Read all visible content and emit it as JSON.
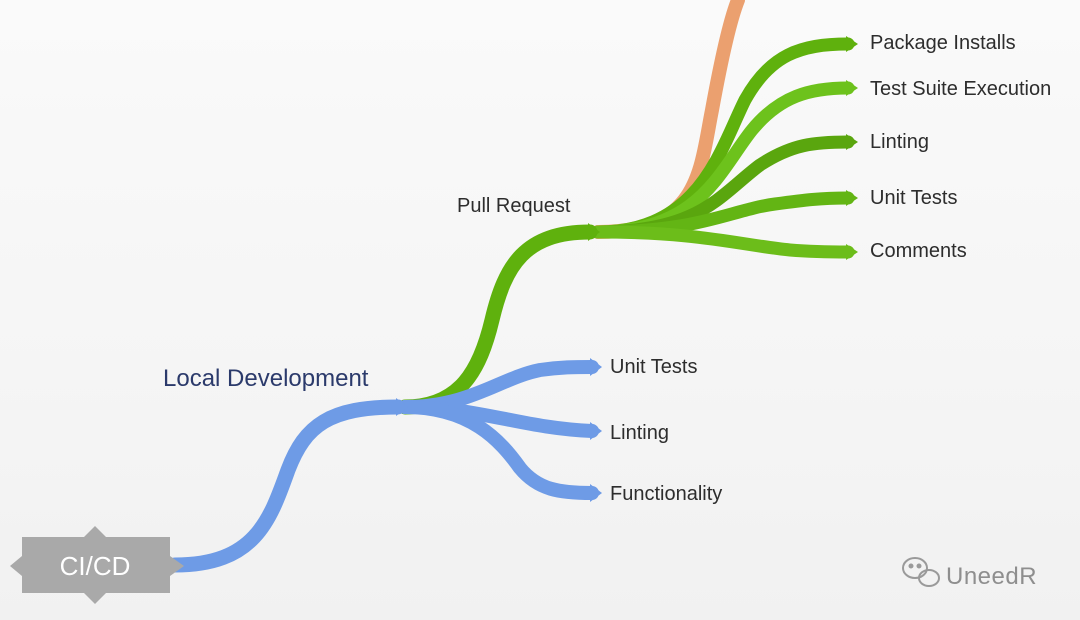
{
  "diagram": {
    "root": {
      "label": "CI/CD"
    },
    "local_development": {
      "label": "Local Development",
      "children": [
        "Unit Tests",
        "Linting",
        "Functionality"
      ]
    },
    "pull_request": {
      "label": "Pull Request",
      "children": [
        "Package Installs",
        "Test Suite Execution",
        "Linting",
        "Unit Tests",
        "Comments"
      ]
    }
  },
  "watermark": {
    "text": "UneedR",
    "icon": "wechat-icon"
  },
  "colors": {
    "blue": "#6e9be6",
    "green": "#5fb10d",
    "light_green": "#72c51c",
    "orange": "#eba06f",
    "root_box": "#a9a9a9"
  }
}
